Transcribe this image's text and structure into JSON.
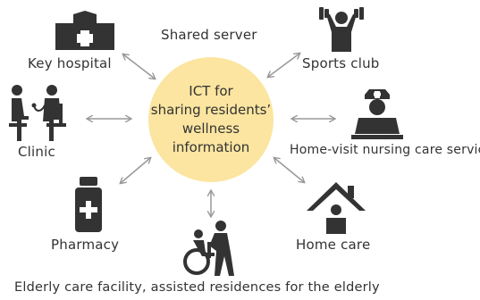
{
  "title": "Shared server",
  "hub": {
    "lines": [
      "ICT for",
      "sharing residents’",
      "wellness",
      "information"
    ],
    "fill_color": "#fbe5a0"
  },
  "nodes": {
    "key_hospital": {
      "label": "Key hospital",
      "icon": "hospital-icon"
    },
    "sports_club": {
      "label": "Sports club",
      "icon": "dumbbell-person-icon"
    },
    "clinic": {
      "label": "Clinic",
      "icon": "doctor-patient-icon"
    },
    "nursing": {
      "label": "Home-visit nursing care service",
      "icon": "nurse-icon"
    },
    "pharmacy": {
      "label": "Pharmacy",
      "icon": "medicine-bottle-icon"
    },
    "home_care": {
      "label": "Home care",
      "icon": "house-person-icon"
    },
    "elderly": {
      "label": "Elderly care facility, assisted residences for the elderly",
      "icon": "wheelchair-caregiver-icon"
    }
  },
  "colors": {
    "icon": "#333333",
    "arrow": "#999999",
    "text": "#333333"
  }
}
